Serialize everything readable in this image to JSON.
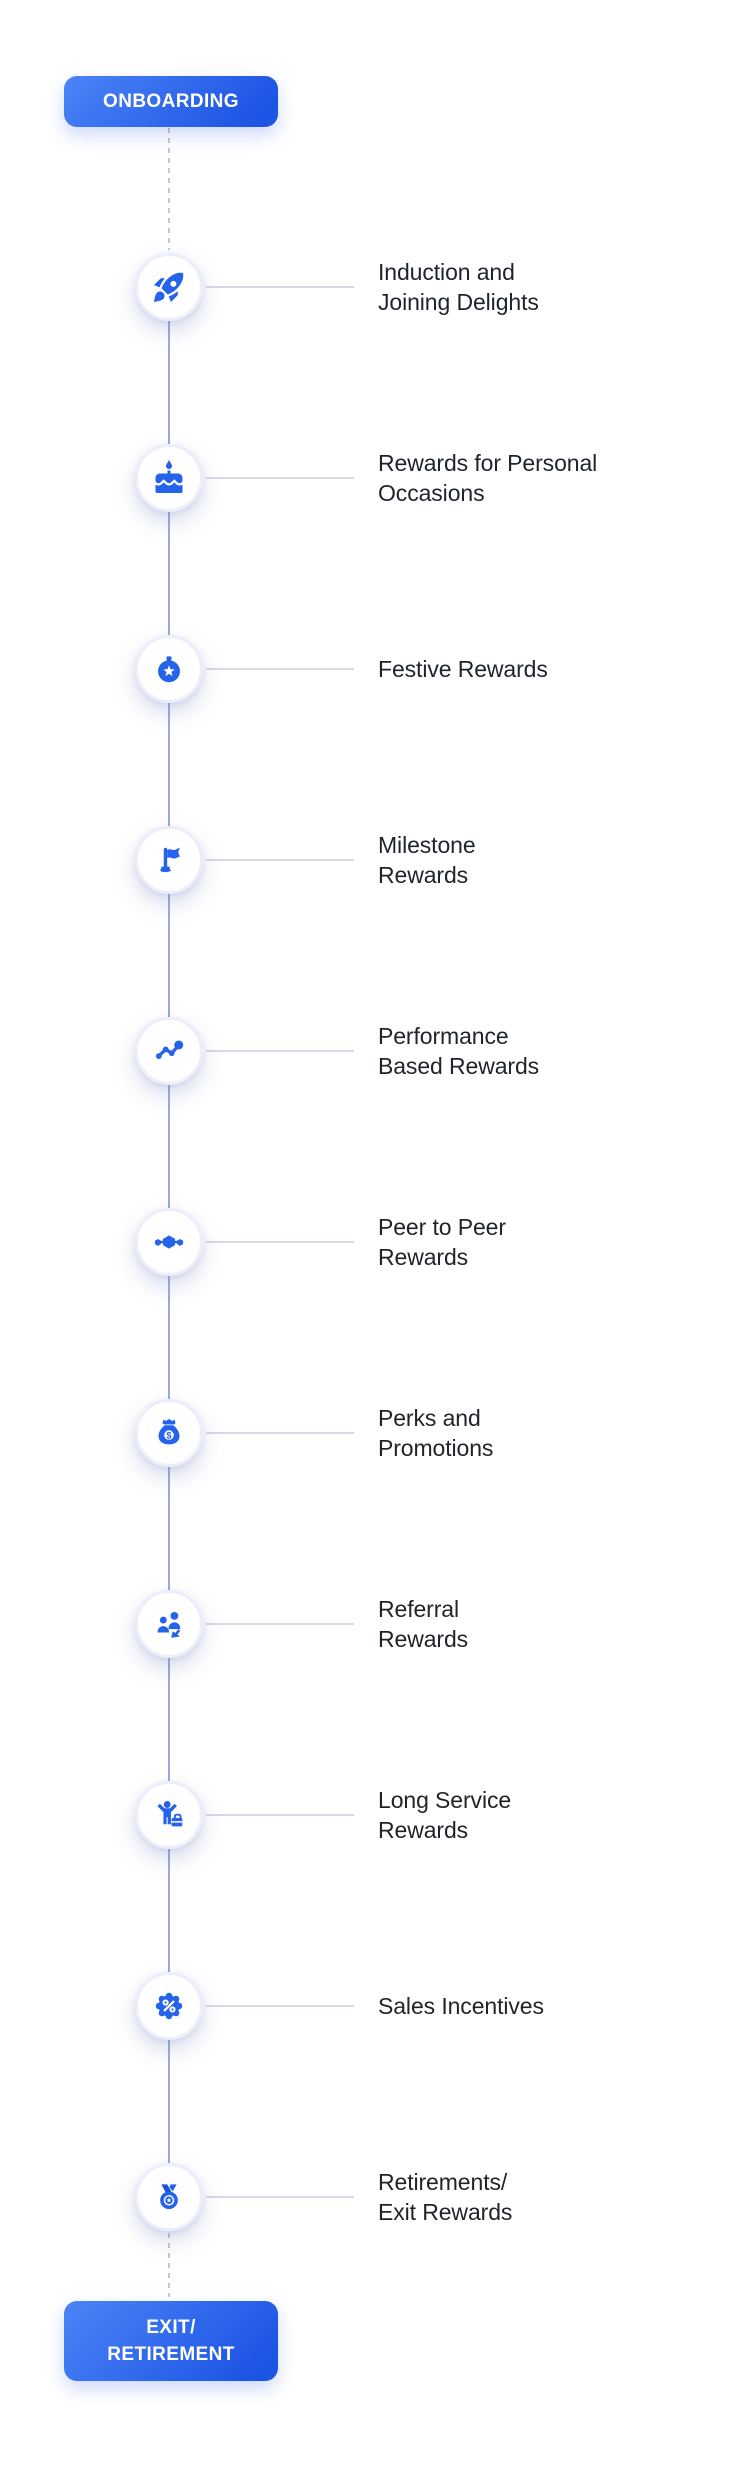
{
  "colors": {
    "accent_blue": "#2563eb",
    "button_gradient_start": "#4c84f7",
    "button_gradient_end": "#1c54e4",
    "solid_line": "#9ca8de",
    "connector_line": "#d7d9e9",
    "dashed_line": "#c7c8cc",
    "circle_ring": "#eceefb",
    "label_text": "#1f242a",
    "background": "#ffffff"
  },
  "timeline": {
    "start_button": {
      "label": "ONBOARDING"
    },
    "end_button": {
      "line1": "EXIT/",
      "line2": "RETIREMENT"
    },
    "items": [
      {
        "icon": "rocket-icon",
        "lines": [
          "Induction and",
          "Joining Delights"
        ]
      },
      {
        "icon": "birthday-cake-icon",
        "lines": [
          "Rewards for Personal",
          "Occasions"
        ]
      },
      {
        "icon": "festive-bauble-icon",
        "lines": [
          "Festive Rewards"
        ]
      },
      {
        "icon": "milestone-flag-icon",
        "lines": [
          "Milestone",
          "Rewards"
        ]
      },
      {
        "icon": "trend-chart-icon",
        "lines": [
          "Performance",
          "Based Rewards"
        ]
      },
      {
        "icon": "peer-network-icon",
        "lines": [
          "Peer to Peer",
          "Rewards"
        ]
      },
      {
        "icon": "money-bag-icon",
        "lines": [
          "Perks and",
          "Promotions"
        ]
      },
      {
        "icon": "referral-people-icon",
        "lines": [
          "Referral",
          "Rewards"
        ]
      },
      {
        "icon": "celebrating-person-icon",
        "lines": [
          "Long Service",
          "Rewards"
        ]
      },
      {
        "icon": "percent-badge-icon",
        "lines": [
          "Sales Incentives"
        ]
      },
      {
        "icon": "medal-icon",
        "lines": [
          "Retirements/",
          "Exit Rewards"
        ]
      }
    ]
  }
}
